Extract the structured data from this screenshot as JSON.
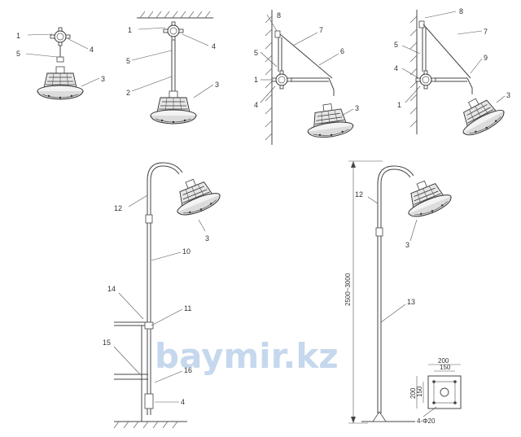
{
  "diagram": {
    "fig1": {
      "labels": [
        "1",
        "4",
        "5",
        "3"
      ]
    },
    "fig2": {
      "labels": [
        "1",
        "4",
        "5",
        "2",
        "3"
      ]
    },
    "fig3": {
      "labels": [
        "8",
        "7",
        "5",
        "6",
        "1",
        "4",
        "3"
      ]
    },
    "fig4": {
      "labels": [
        "8",
        "5",
        "7",
        "4",
        "9",
        "1",
        "3"
      ]
    },
    "fig5": {
      "labels": [
        "12",
        "3",
        "10",
        "14",
        "11",
        "15",
        "16",
        "4"
      ]
    },
    "fig6": {
      "labels": [
        "12",
        "3",
        "13"
      ],
      "height_dim": "2500~3000"
    },
    "base_plate": {
      "dim_top_outer": "200",
      "dim_top_inner": "150",
      "dim_side_outer": "200",
      "dim_side_inner": "150",
      "holes": "4-Φ20"
    },
    "watermark": "baymir.kz"
  }
}
